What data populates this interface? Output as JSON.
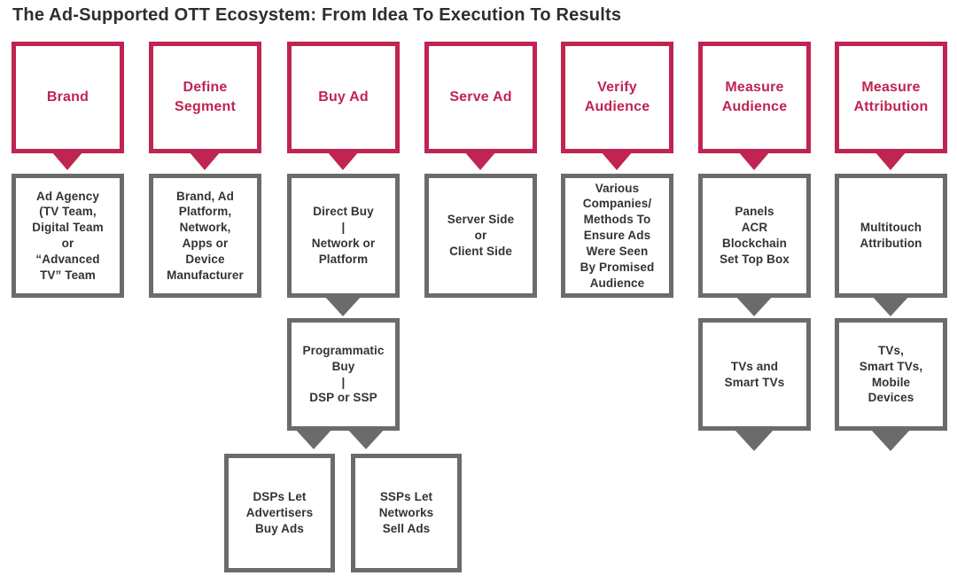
{
  "title": "The Ad-Supported OTT Ecosystem: From Idea To Execution To Results",
  "colors": {
    "accent_crimson": "#c02451",
    "border_gray": "#6b6b6b",
    "dark_text": "#333333",
    "title_text": "#2e2e2e",
    "background": "#ffffff"
  },
  "columns": [
    {
      "stage": "Brand",
      "detail": "Ad Agency\n(TV Team,\nDigital Team\nor\n“Advanced\nTV” Team"
    },
    {
      "stage": "Define\nSegment",
      "detail": "Brand, Ad\nPlatform,\nNetwork,\nApps or\nDevice\nManufacturer"
    },
    {
      "stage": "Buy Ad",
      "detail": "Direct Buy\n|\nNetwork or\nPlatform",
      "sub_detail": "Programmatic\nBuy\n|\nDSP or SSP",
      "leaves": [
        "DSPs Let\nAdvertisers\nBuy Ads",
        "SSPs Let\nNetworks\nSell Ads"
      ]
    },
    {
      "stage": "Serve Ad",
      "detail": "Server Side\nor\nClient Side"
    },
    {
      "stage": "Verify\nAudience",
      "detail": "Various\nCompanies/\nMethods To\nEnsure Ads\nWere Seen\nBy Promised\nAudience"
    },
    {
      "stage": "Measure\nAudience",
      "detail": "Panels\nACR\nBlockchain\nSet Top Box",
      "sub_detail": "TVs and\nSmart TVs"
    },
    {
      "stage": "Measure\nAttribution",
      "detail": "Multitouch\nAttribution",
      "sub_detail": "TVs,\nSmart TVs,\nMobile\nDevices"
    }
  ]
}
